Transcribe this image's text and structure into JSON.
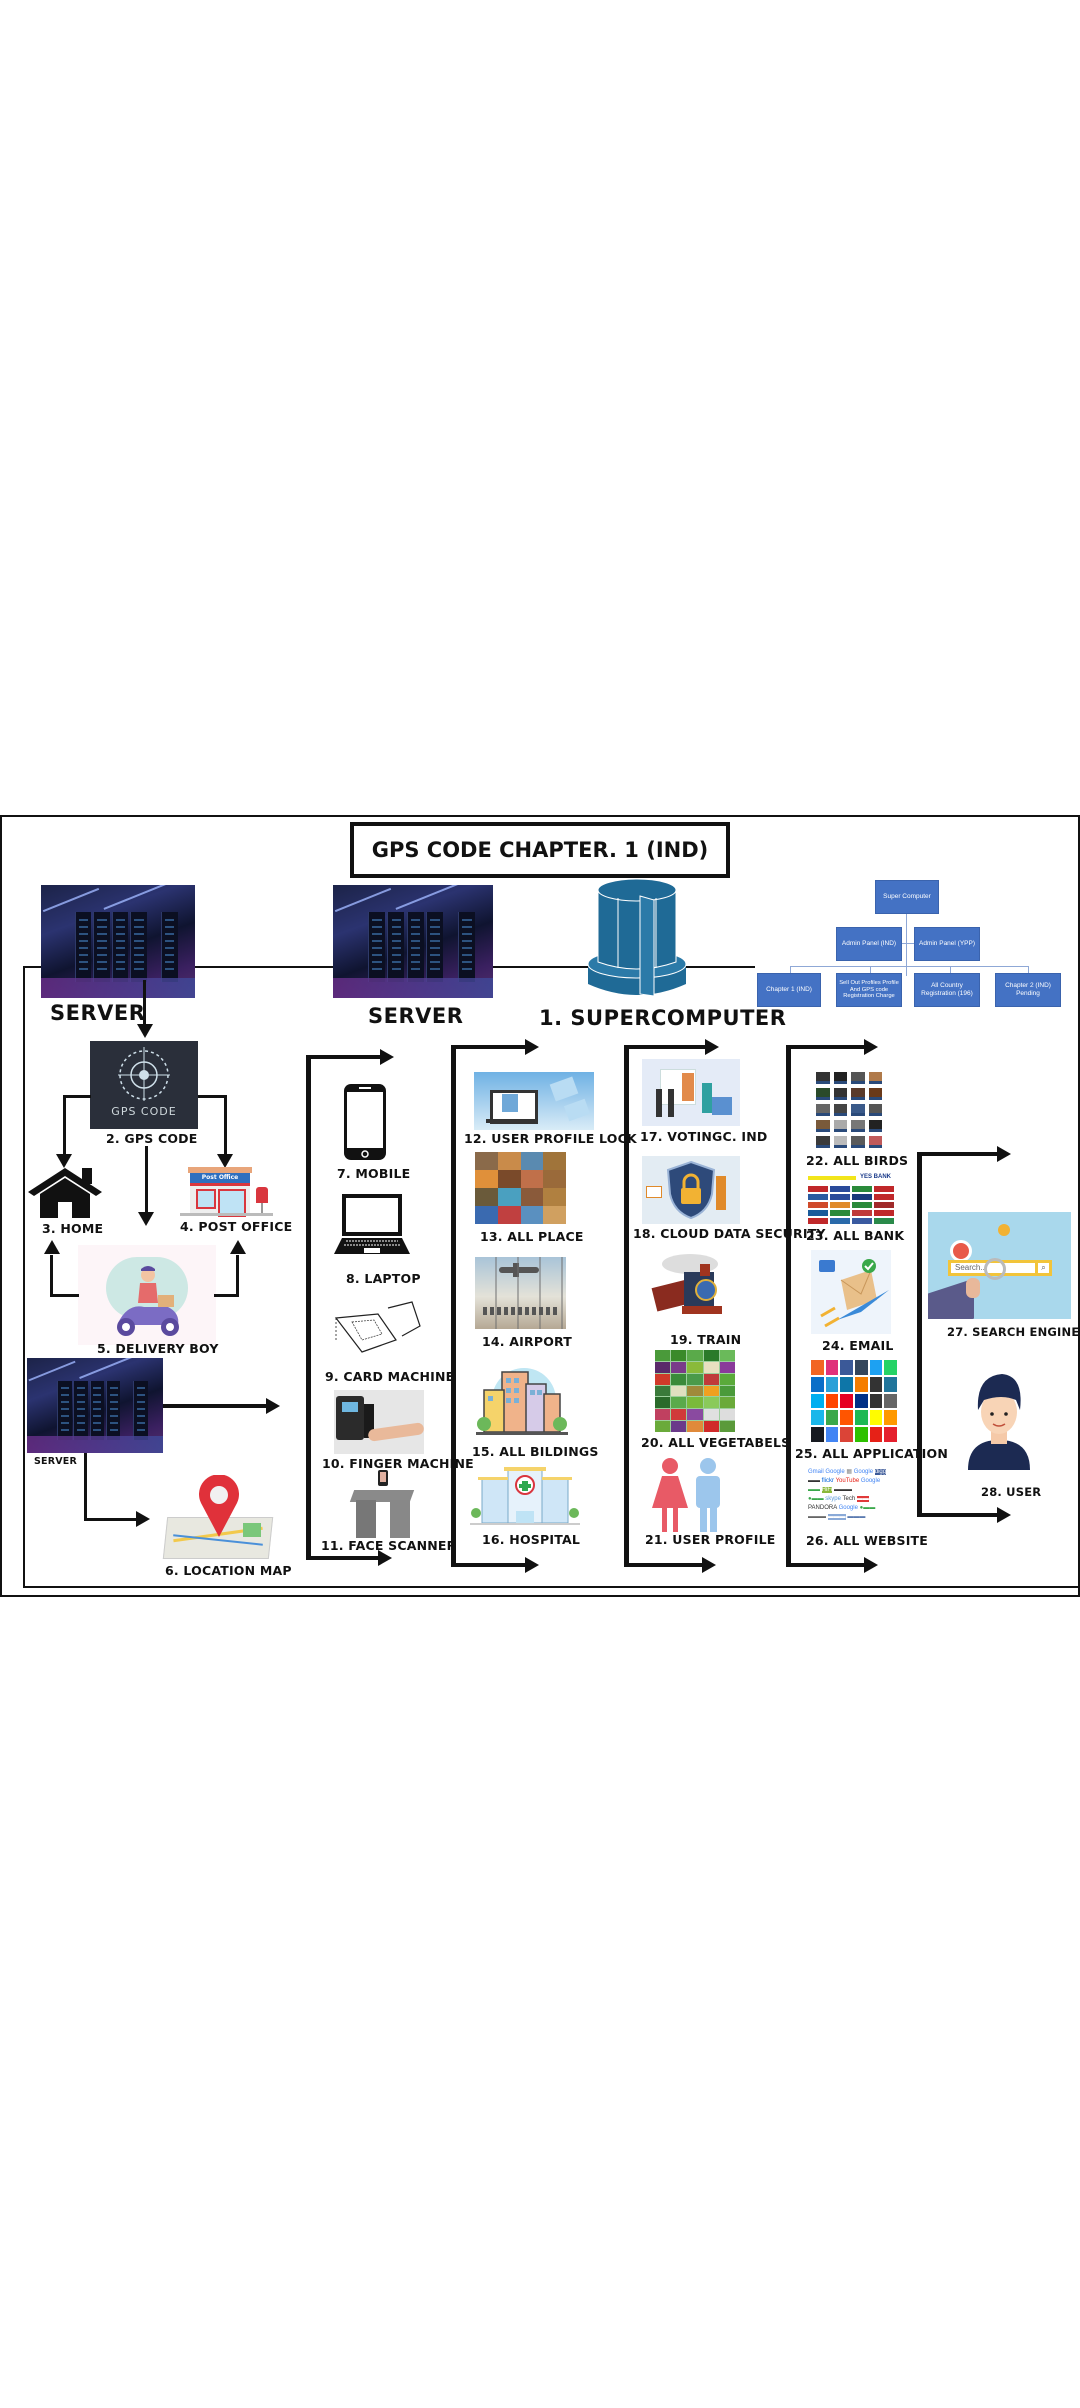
{
  "title": "GPS CODE CHAPTER. 1 (IND)",
  "servers": {
    "top_left_label": "SERVER",
    "top_middle_label": "SERVER",
    "bottom_left_label": "SERVER"
  },
  "supercomputer": {
    "label": "1. SUPERCOMPUTER",
    "color": "#1f6a96"
  },
  "org_chart": {
    "root": "Super Computer",
    "level2": [
      "Admin Panel (IND)",
      "Admin Panel (YPP)"
    ],
    "level3": [
      "Chapter 1 (IND)",
      "Sell Out Profiles Profile And GPS code Registration Charge",
      "All Country Registration (196)",
      "Chapter 2 (IND) Pending"
    ],
    "box_color": "#4472c4"
  },
  "gps_branch": {
    "gps_code_image_text": "GPS CODE",
    "gps_code": "2. GPS  CODE",
    "home": "3. HOME",
    "post_office": "4. POST OFFICE",
    "post_office_sign": "Post Office",
    "delivery_boy": "5. DELIVERY BOY",
    "location_map": "6. LOCATION MAP"
  },
  "devices": [
    "7. MOBILE",
    "8. LAPTOP",
    "9. CARD MACHINE",
    "10. FINGER MACHINE",
    "11. FACE SCANNER"
  ],
  "places": [
    "12. USER PROFILE LOCK",
    "13. ALL PLACE",
    "14. AIRPORT",
    "15. ALL BILDINGS",
    "16. HOSPITAL"
  ],
  "services": [
    "17. VOTINGC. IND",
    "18. CLOUD DATA SECURITY",
    "19. TRAIN",
    "20. ALL VEGETABELS",
    "21. USER PROFILE"
  ],
  "directories": [
    "22. ALL BIRDS",
    "23. ALL BANK",
    "24. EMAIL",
    "25. ALL APPLICATION",
    "26. ALL WEBSITE"
  ],
  "final": {
    "search_engine": "27. SEARCH ENGINE",
    "search_placeholder": "Search...",
    "user": "28. USER"
  },
  "bank_logo_text": "YES BANK"
}
